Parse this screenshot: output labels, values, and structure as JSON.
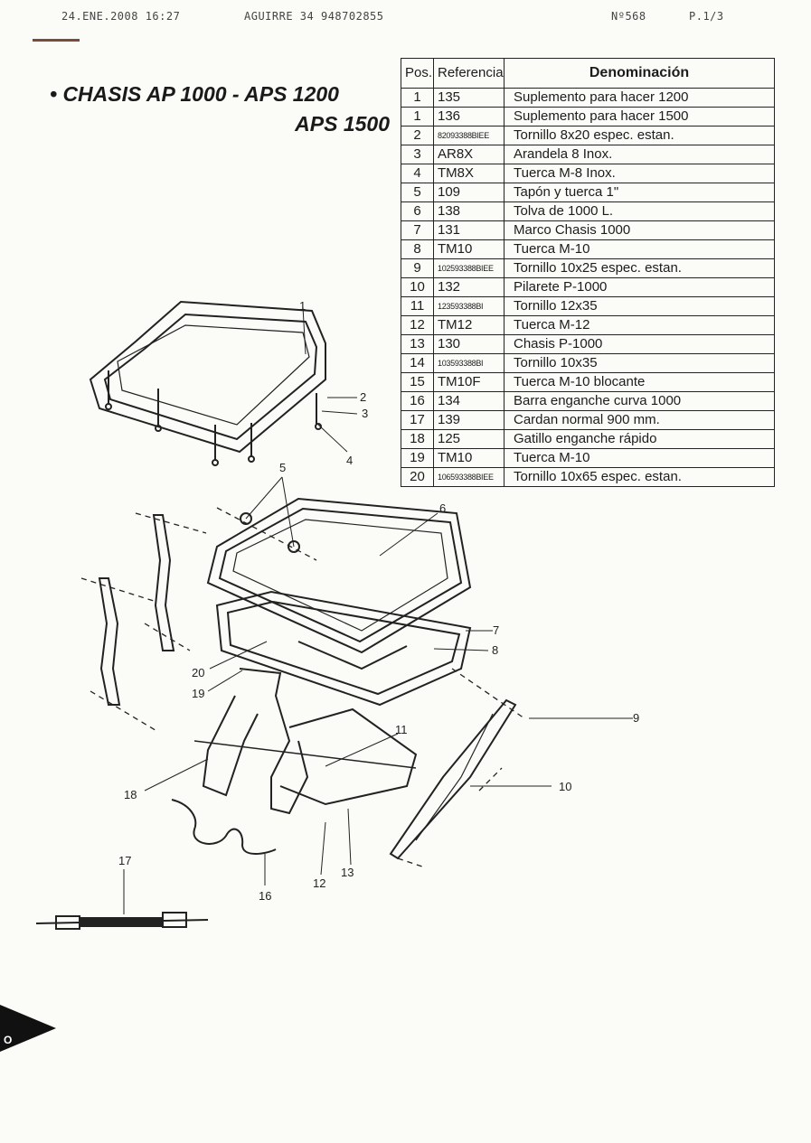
{
  "fax_header": {
    "date": "24.ENE.2008  16:27",
    "sender": "AGUIRRE 34 948702855",
    "number": "Nº568",
    "page": "P.1/3"
  },
  "title": {
    "line1": "• CHASIS AP 1000 - APS 1200",
    "line2": "APS 1500"
  },
  "table": {
    "headers": {
      "pos": "Pos.",
      "ref": "Referencia",
      "den": "Denominación"
    },
    "rows": [
      {
        "pos": "1",
        "ref": "135",
        "den": "Suplemento para hacer 1200"
      },
      {
        "pos": "1",
        "ref": "136",
        "den": "Suplemento para hacer 1500"
      },
      {
        "pos": "2",
        "ref": "82093388BIEE",
        "den": "Tornillo 8x20 espec. estan."
      },
      {
        "pos": "3",
        "ref": "AR8X",
        "den": "Arandela 8 Inox."
      },
      {
        "pos": "4",
        "ref": "TM8X",
        "den": "Tuerca M-8 Inox."
      },
      {
        "pos": "5",
        "ref": "109",
        "den": "Tapón y tuerca 1\""
      },
      {
        "pos": "6",
        "ref": "138",
        "den": "Tolva de 1000 L."
      },
      {
        "pos": "7",
        "ref": "131",
        "den": "Marco Chasis 1000"
      },
      {
        "pos": "8",
        "ref": "TM10",
        "den": "Tuerca M-10"
      },
      {
        "pos": "9",
        "ref": "102593388BIEE",
        "den": "Tornillo 10x25 espec. estan."
      },
      {
        "pos": "10",
        "ref": "132",
        "den": "Pilarete P-1000"
      },
      {
        "pos": "11",
        "ref": "123593388BI",
        "den": "Tornillo 12x35"
      },
      {
        "pos": "12",
        "ref": "TM12",
        "den": "Tuerca M-12"
      },
      {
        "pos": "13",
        "ref": "130",
        "den": "Chasis P-1000"
      },
      {
        "pos": "14",
        "ref": "103593388BI",
        "den": "Tornillo 10x35"
      },
      {
        "pos": "15",
        "ref": "TM10F",
        "den": "Tuerca M-10 blocante"
      },
      {
        "pos": "16",
        "ref": "134",
        "den": "Barra enganche curva 1000"
      },
      {
        "pos": "17",
        "ref": "139",
        "den": "Cardan normal 900 mm."
      },
      {
        "pos": "18",
        "ref": "125",
        "den": "Gatillo enganche rápido"
      },
      {
        "pos": "19",
        "ref": "TM10",
        "den": "Tuerca M-10"
      },
      {
        "pos": "20",
        "ref": "106593388BIEE",
        "den": "Tornillo 10x65 espec. estan."
      }
    ]
  },
  "diagram_callouts": [
    "1",
    "2",
    "3",
    "4",
    "5",
    "6",
    "7",
    "8",
    "9",
    "10",
    "11",
    "12",
    "13",
    "16",
    "17",
    "18",
    "19",
    "20"
  ],
  "corner_letter": "O"
}
